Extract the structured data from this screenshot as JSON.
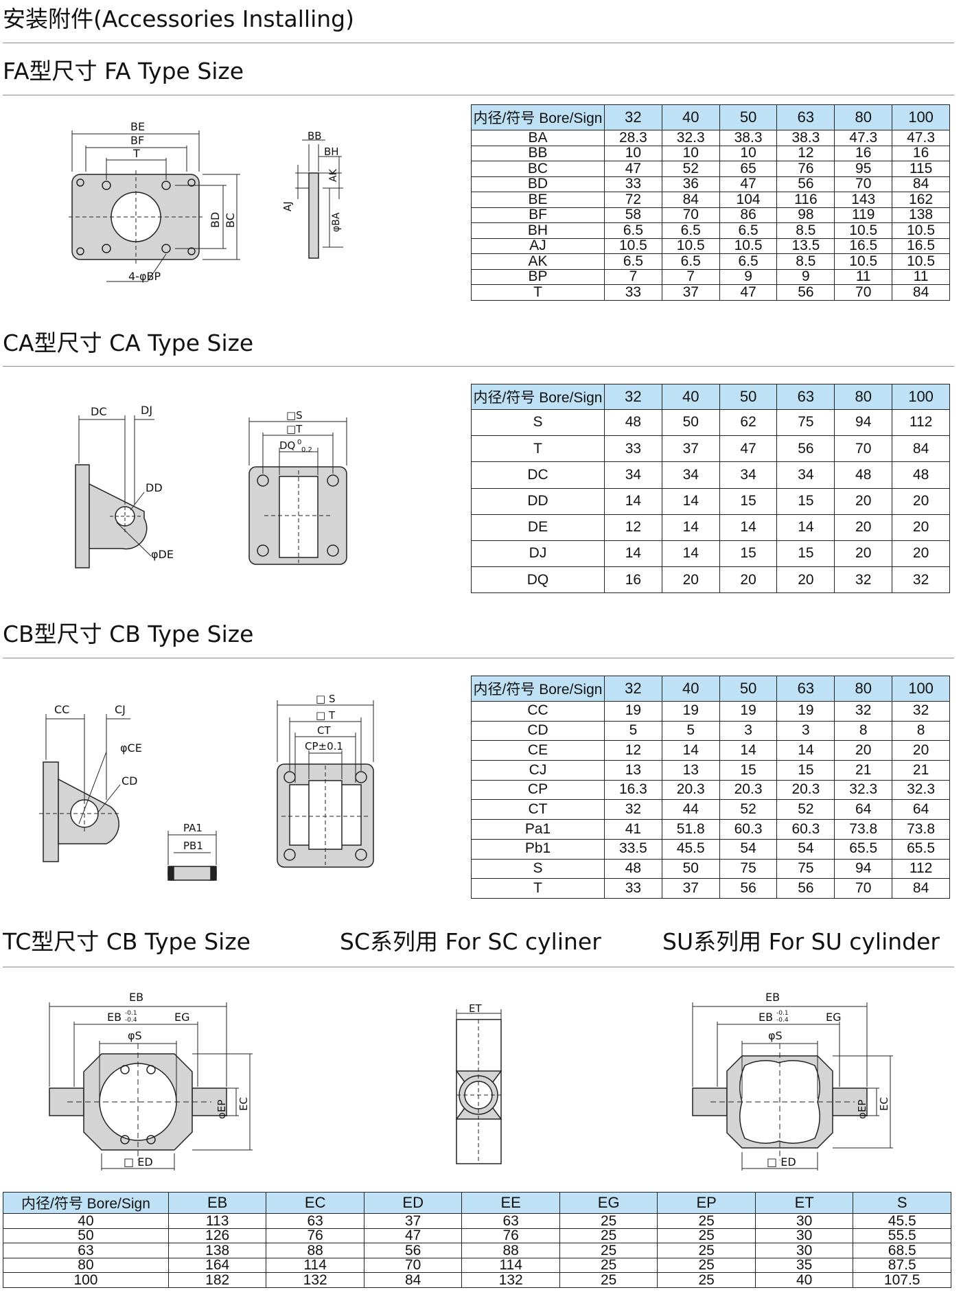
{
  "page_title": "安装附件(Accessories Installing)",
  "sections": {
    "fa": {
      "title": "FA型尺寸 FA Type Size"
    },
    "ca": {
      "title": "CA型尺寸 CA Type Size"
    },
    "cb": {
      "title": "CB型尺寸 CB Type Size"
    },
    "tc": {
      "title": "TC型尺寸 CB Type Size",
      "sc_title": "SC系列用 For SC cyliner",
      "su_title": "SU系列用 For SU cylinder"
    }
  },
  "labels": {
    "fa_front": [
      "BE",
      "BF",
      "T",
      "BD",
      "BC",
      "4-φBP"
    ],
    "fa_side": [
      "BB",
      "BH",
      "AK",
      "AJ",
      "φBA"
    ],
    "ca_side": [
      "DC",
      "DJ",
      "DD",
      "φDE"
    ],
    "ca_front": [
      "□S",
      "□T",
      "DQ",
      "0",
      "0.2"
    ],
    "cb_side": [
      "CC",
      "CJ",
      "φCE",
      "CD"
    ],
    "cb_pin": [
      "PA1",
      "PB1"
    ],
    "cb_front": [
      "□ S",
      "□ T",
      "CT",
      "CP±0.1"
    ],
    "tc": [
      "EB",
      "EB",
      "-0.1",
      "-0.4",
      "EG",
      "φS",
      "φEP",
      "EC",
      "□ ED"
    ],
    "sc": [
      "ET"
    ],
    "su": [
      "EB",
      "EB",
      "-0.1",
      "-0.4",
      "EG",
      "φS",
      "φEP",
      "EC",
      "□ ED"
    ]
  },
  "tables": {
    "fa": {
      "columns": [
        "内径/符号 Bore/Sign",
        "32",
        "40",
        "50",
        "63",
        "80",
        "100"
      ],
      "rows": [
        [
          "BA",
          "28.3",
          "32.3",
          "38.3",
          "38.3",
          "47.3",
          "47.3"
        ],
        [
          "BB",
          "10",
          "10",
          "10",
          "12",
          "16",
          "16"
        ],
        [
          "BC",
          "47",
          "52",
          "65",
          "76",
          "95",
          "115"
        ],
        [
          "BD",
          "33",
          "36",
          "47",
          "56",
          "70",
          "84"
        ],
        [
          "BE",
          "72",
          "84",
          "104",
          "116",
          "143",
          "162"
        ],
        [
          "BF",
          "58",
          "70",
          "86",
          "98",
          "119",
          "138"
        ],
        [
          "BH",
          "6.5",
          "6.5",
          "6.5",
          "8.5",
          "10.5",
          "10.5"
        ],
        [
          "AJ",
          "10.5",
          "10.5",
          "10.5",
          "13.5",
          "16.5",
          "16.5"
        ],
        [
          "AK",
          "6.5",
          "6.5",
          "6.5",
          "8.5",
          "10.5",
          "10.5"
        ],
        [
          "BP",
          "7",
          "7",
          "9",
          "9",
          "11",
          "11"
        ],
        [
          "T",
          "33",
          "37",
          "47",
          "56",
          "70",
          "84"
        ]
      ]
    },
    "ca": {
      "columns": [
        "内径/符号 Bore/Sign",
        "32",
        "40",
        "50",
        "63",
        "80",
        "100"
      ],
      "rows": [
        [
          "S",
          "48",
          "50",
          "62",
          "75",
          "94",
          "112"
        ],
        [
          "T",
          "33",
          "37",
          "47",
          "56",
          "70",
          "84"
        ],
        [
          "DC",
          "34",
          "34",
          "34",
          "34",
          "48",
          "48"
        ],
        [
          "DD",
          "14",
          "14",
          "15",
          "15",
          "20",
          "20"
        ],
        [
          "DE",
          "12",
          "14",
          "14",
          "14",
          "20",
          "20"
        ],
        [
          "DJ",
          "14",
          "14",
          "15",
          "15",
          "20",
          "20"
        ],
        [
          "DQ",
          "16",
          "20",
          "20",
          "20",
          "32",
          "32"
        ]
      ]
    },
    "cb": {
      "columns": [
        "内径/符号 Bore/Sign",
        "32",
        "40",
        "50",
        "63",
        "80",
        "100"
      ],
      "rows": [
        [
          "CC",
          "19",
          "19",
          "19",
          "19",
          "32",
          "32"
        ],
        [
          "CD",
          "5",
          "5",
          "3",
          "3",
          "8",
          "8"
        ],
        [
          "CE",
          "12",
          "14",
          "14",
          "14",
          "20",
          "20"
        ],
        [
          "CJ",
          "13",
          "13",
          "15",
          "15",
          "21",
          "21"
        ],
        [
          "CP",
          "16.3",
          "20.3",
          "20.3",
          "20.3",
          "32.3",
          "32.3"
        ],
        [
          "CT",
          "32",
          "44",
          "52",
          "52",
          "64",
          "64"
        ],
        [
          "Pa1",
          "41",
          "51.8",
          "60.3",
          "60.3",
          "73.8",
          "73.8"
        ],
        [
          "Pb1",
          "33.5",
          "45.5",
          "54",
          "54",
          "65.5",
          "65.5"
        ],
        [
          "S",
          "48",
          "50",
          "75",
          "75",
          "94",
          "112"
        ],
        [
          "T",
          "33",
          "37",
          "56",
          "56",
          "70",
          "84"
        ]
      ]
    },
    "tc": {
      "columns": [
        "内径/符号 Bore/Sign",
        "EB",
        "EC",
        "ED",
        "EE",
        "EG",
        "EP",
        "ET",
        "S"
      ],
      "rows": [
        [
          "40",
          "113",
          "63",
          "37",
          "63",
          "25",
          "25",
          "30",
          "45.5"
        ],
        [
          "50",
          "126",
          "76",
          "47",
          "76",
          "25",
          "25",
          "30",
          "55.5"
        ],
        [
          "63",
          "138",
          "88",
          "56",
          "88",
          "25",
          "25",
          "30",
          "68.5"
        ],
        [
          "80",
          "164",
          "114",
          "70",
          "114",
          "25",
          "25",
          "35",
          "87.5"
        ],
        [
          "100",
          "182",
          "132",
          "84",
          "132",
          "25",
          "25",
          "40",
          "107.5"
        ]
      ]
    }
  }
}
